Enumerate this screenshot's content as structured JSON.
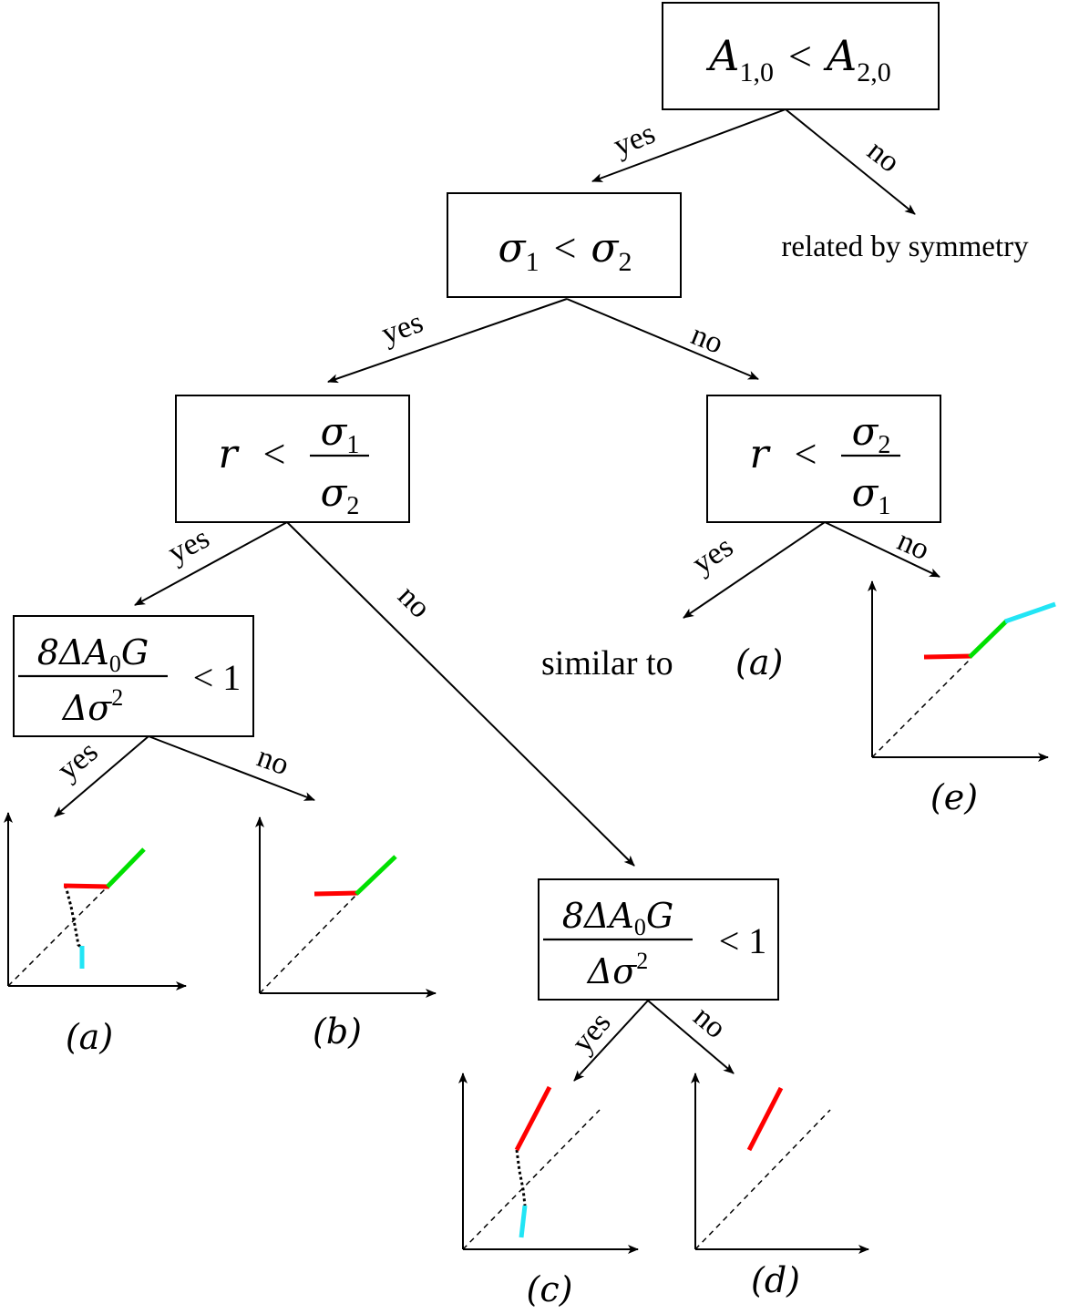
{
  "nodes": {
    "root": {
      "left": "A",
      "left_sub": "1,0",
      "op": "<",
      "right": "A",
      "right_sub": "2,0"
    },
    "sigma": {
      "left": "σ",
      "left_sub": "1",
      "op": "<",
      "right": "σ",
      "right_sub": "2"
    },
    "r_left": {
      "lhs": "r",
      "op": "<",
      "num": "σ",
      "num_sub": "1",
      "den": "σ",
      "den_sub": "2"
    },
    "r_right": {
      "lhs": "r",
      "op": "<",
      "num": "σ",
      "num_sub": "2",
      "den": "σ",
      "den_sub": "1"
    },
    "g_left": {
      "num_a": "8ΔA",
      "num_sub": "0",
      "num_b": "G",
      "den_a": "Δσ",
      "den_sup": "2",
      "rhs": "< 1"
    },
    "g_right": {
      "num_a": "8ΔA",
      "num_sub": "0",
      "num_b": "G",
      "den_a": "Δσ",
      "den_sup": "2",
      "rhs": "< 1"
    }
  },
  "branch_labels": {
    "root_yes": "yes",
    "root_no": "no",
    "sigma_yes": "yes",
    "sigma_no": "no",
    "rleft_yes": "yes",
    "rleft_no": "no",
    "rright_yes": "yes",
    "rright_no": "no",
    "gleft_yes": "yes",
    "gleft_no": "no",
    "gright_yes": "yes",
    "gright_no": "no"
  },
  "leaves": {
    "symmetry": "related by symmetry",
    "similar_prefix": "similar to",
    "similar_ref": "(a)"
  },
  "plot_labels": {
    "a": "(a)",
    "b": "(b)",
    "c": "(c)",
    "d": "(d)",
    "e": "(e)"
  },
  "colors": {
    "red": "#ff0000",
    "green": "#00e000",
    "cyan": "#22e5f5"
  }
}
